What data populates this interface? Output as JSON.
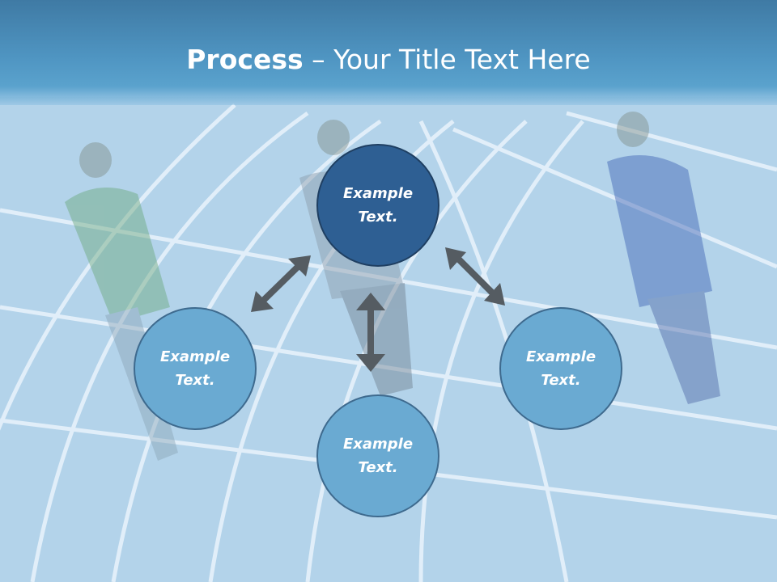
{
  "title": {
    "bold": "Process",
    "rest": " – Your Title Text Here"
  },
  "nodes": {
    "top": "Example Text.",
    "left": "Example Text.",
    "right": "Example Text.",
    "bottom": "Example Text."
  },
  "colors": {
    "header": "#4f95c2",
    "track": "#b9d8ee",
    "node_center": "#2e5f93",
    "node_satellite": "#6aaad2",
    "arrow": "#555c62"
  }
}
